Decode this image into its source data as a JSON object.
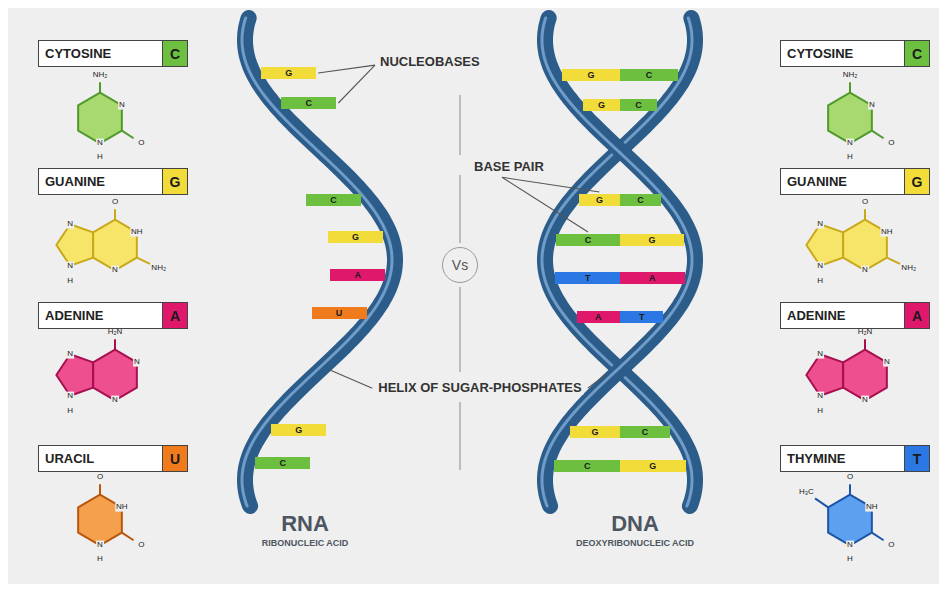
{
  "diagram": {
    "nodes": [
      {
        "text": [
          "CYTOSINE",
          "C"
        ]
      },
      {
        "text": [
          "GUANINE",
          "G"
        ]
      },
      {
        "text": [
          "ADENINE",
          "A"
        ]
      },
      {
        "text": [
          "URACIL",
          "U"
        ]
      },
      {
        "text": [
          "G"
        ]
      },
      {
        "text": [
          "C"
        ]
      },
      {
        "text": [
          "C"
        ]
      },
      {
        "text": [
          "G"
        ]
      },
      {
        "text": [
          "A"
        ]
      },
      {
        "text": [
          "U"
        ]
      },
      {
        "text": [
          "G"
        ]
      },
      {
        "text": [
          "C"
        ]
      },
      {
        "text": [
          "Vs"
        ]
      },
      {
        "text": [
          "G"
        ]
      },
      {
        "text": [
          "C"
        ]
      },
      {
        "text": [
          "G"
        ]
      },
      {
        "text": [
          "C"
        ]
      },
      {
        "text": [
          "G"
        ]
      },
      {
        "text": [
          "C"
        ]
      },
      {
        "text": [
          "C"
        ]
      },
      {
        "text": [
          "G"
        ]
      },
      {
        "text": [
          "T"
        ]
      },
      {
        "text": [
          "A"
        ]
      },
      {
        "text": [
          "A"
        ]
      },
      {
        "text": [
          "T"
        ]
      },
      {
        "text": [
          "G"
        ]
      },
      {
        "text": [
          "C"
        ]
      },
      {
        "text": [
          "C"
        ]
      },
      {
        "text": [
          "G"
        ]
      },
      {
        "text": [
          "CYTOSINE",
          "C"
        ]
      },
      {
        "text": [
          "GUANINE",
          "G"
        ]
      },
      {
        "text": [
          "ADENINE",
          "A"
        ]
      },
      {
        "text": [
          "THYMINE",
          "T"
        ]
      }
    ],
    "labels": [
      "NUCLEOBASES",
      "BASE PAIR",
      "HELIX OF SUGAR-PHOSPHATES",
      "RNA",
      "RIBONUCLEIC ACID",
      "DNA",
      "DEOXYRIBONUCLEIC ACID",
      "NH₂",
      "N",
      "O",
      "N",
      "H",
      "O",
      "NH",
      "NH₂",
      "N",
      "N",
      "N",
      "H",
      "H₂N",
      "N",
      "N",
      "N",
      "N",
      "H",
      "O",
      "NH",
      "O",
      "N",
      "H",
      "NH₂",
      "N",
      "O",
      "N",
      "H",
      "O",
      "NH",
      "NH₂",
      "N",
      "N",
      "N",
      "H",
      "H₂N",
      "N",
      "N",
      "N",
      "N",
      "H",
      "H₃C",
      "O",
      "NH",
      "O",
      "N",
      "H"
    ]
  }
}
